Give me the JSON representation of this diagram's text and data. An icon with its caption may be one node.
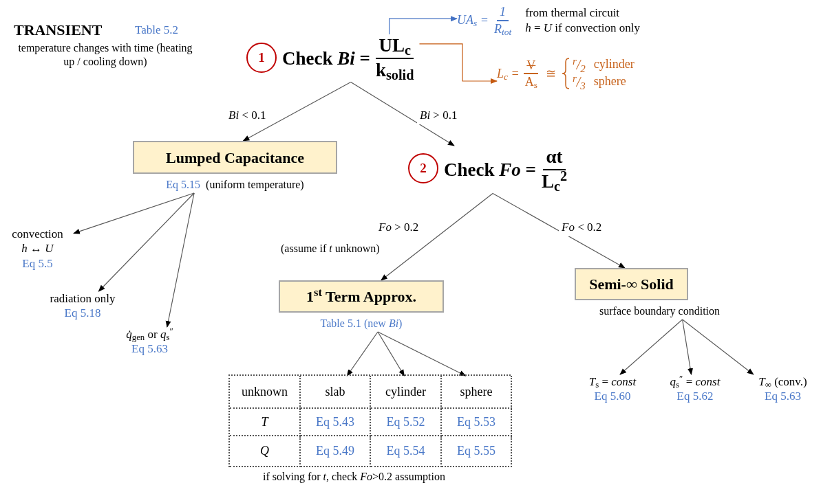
{
  "diagram": {
    "title": "TRANSIENT",
    "nodes": [
      {
        "text": [
          "1"
        ]
      },
      {
        "text": [
          "Check *Bi* =",
          "UL$_{c}$",
          "k$_{solid}$"
        ]
      },
      {
        "text": [
          "UA$_{s}$ =",
          "1",
          "R$_{tot}$"
        ],
        "beside": [
          "from thermal circuit",
          "*h* = *U* if convection only"
        ]
      },
      {
        "text": [
          "L$_{c}$ =",
          "V",
          "A$_{s}$",
          "≅",
          "$^{r}$/$_{2}$",
          "cylinder",
          "$^{r}$/$_{3}$",
          "sphere"
        ]
      },
      {
        "text": [
          "Lumped Capacitance"
        ],
        "beside": [
          "Eq 5.15",
          "(uniform temperature)"
        ]
      },
      {
        "text": [
          "2"
        ]
      },
      {
        "text": [
          "Check *Fo* =",
          "αt",
          "L$_{c}$$^{2}$"
        ]
      },
      {
        "text": [
          "convection",
          "*h* ↔ *U*",
          "Eq 5.5"
        ]
      },
      {
        "text": [
          "radiation only",
          "Eq 5.18"
        ]
      },
      {
        "text": [
          "*q̇*$_{gen}$ or *q*$_{s}$$^{″}$",
          "Eq 5.63"
        ]
      },
      {
        "text": [
          "1$^{st}$ Term Approx."
        ],
        "beside": [
          "Table 5.1 (new *Bi*)"
        ]
      },
      {
        "text": [
          "Semi-∞ Solid"
        ],
        "beside": [
          "surface boundary condition"
        ]
      },
      {
        "text": [],
        "shape": "box"
      },
      {
        "text": [
          "slab"
        ],
        "in": 12
      },
      {
        "text": [
          "cylinder"
        ],
        "in": 12
      },
      {
        "text": [
          "sphere"
        ],
        "in": 12
      },
      {
        "text": [
          "*T*$_{s}$ = *const*",
          "Eq 5.60"
        ]
      },
      {
        "text": [
          "*q*$_{s}$$^{″}$ = *const*",
          "Eq 5.62"
        ]
      },
      {
        "text": [
          "*T*$_{∞}$ (conv.)",
          "Eq 5.63"
        ]
      }
    ],
    "edges": [
      {
        "from": 1,
        "to": 2,
        "arrow": "to",
        "color": "#4472c4"
      },
      {
        "from": 1,
        "to": 3,
        "arrow": "to",
        "color": "#c55a11"
      },
      {
        "from": 1,
        "to": 4,
        "arrow": "to",
        "label": "*Bi* < 0.1"
      },
      {
        "from": 1,
        "to": 6,
        "arrow": "to",
        "label": "*Bi* > 0.1"
      },
      {
        "from": 4,
        "to": 7,
        "arrow": "to"
      },
      {
        "from": 4,
        "to": 8,
        "arrow": "to"
      },
      {
        "from": 4,
        "to": 9,
        "arrow": "to"
      },
      {
        "from": 6,
        "to": 10,
        "arrow": "to",
        "label": "*Fo* > 0.2"
      },
      {
        "from": 6,
        "to": 11,
        "arrow": "to",
        "label": "*Fo* < 0.2"
      },
      {
        "from": 10,
        "to": 13,
        "arrow": "to"
      },
      {
        "from": 10,
        "to": 14,
        "arrow": "to"
      },
      {
        "from": 10,
        "to": 15,
        "arrow": "to"
      },
      {
        "from": 11,
        "to": 16,
        "arrow": "to"
      },
      {
        "from": 11,
        "to": 17,
        "arrow": "to"
      },
      {
        "from": 11,
        "to": 18,
        "arrow": "to"
      }
    ],
    "labels": [
      "Table 5.2",
      "temperature changes with time (heating up / cooling down)",
      "(assume if *t* unknown)",
      "unknown",
      "*T*",
      "Eq 5.43",
      "Eq 5.52",
      "Eq 5.53",
      "*Q*",
      "Eq 5.49",
      "Eq 5.54",
      "Eq 5.55",
      "if solving for *t*, check *Fo*>0.2 assumption"
    ]
  }
}
